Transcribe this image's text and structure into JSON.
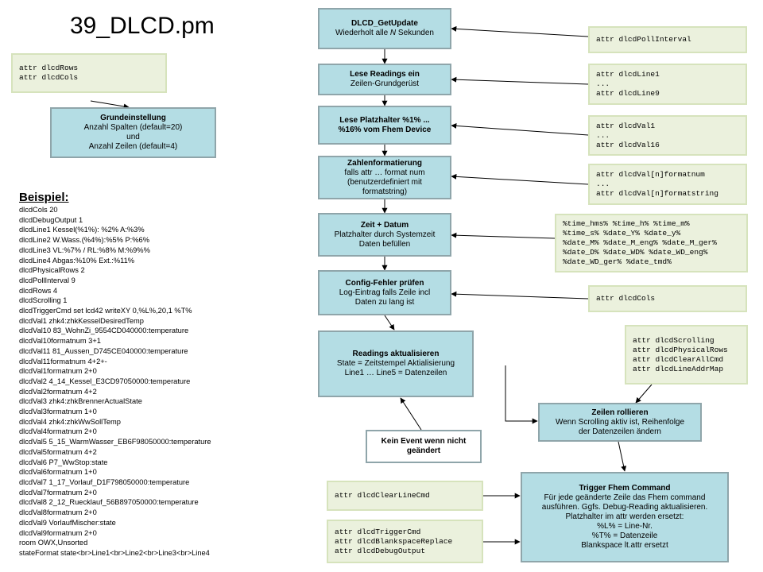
{
  "title": "39_DLCD.pm",
  "boxes": {
    "get_update": {
      "title": "DLCD_GetUpdate",
      "l1": "Wiederholt alle ",
      "l1_em": "N",
      "l1_tail": " Sekunden"
    },
    "lese_readings": {
      "title": "Lese Readings ein",
      "l1": "Zeilen-Grundgerüst"
    },
    "lese_platzhalter": {
      "title": "Lese Platzhalter %1% ...",
      "title2": "%16% vom Fhem Device"
    },
    "zahlenformatierung": {
      "title": "Zahlenformatierung",
      "l1": "falls attr … format num",
      "l2": "(benutzerdefiniert mit",
      "l3": "formatstring)"
    },
    "zeit_datum": {
      "title": "Zeit + Datum",
      "l1": "Platzhalter durch Systemzeit",
      "l2": "Daten befüllen"
    },
    "config_fehler": {
      "title": "Config-Fehler prüfen",
      "l1": "Log-Eintrag falls Zeile  incl",
      "l2": "Daten zu lang ist"
    },
    "readings_aktualisieren": {
      "title": "Readings aktualisieren",
      "l1": "State = Zeitstempel Aktialisierung",
      "l2": "Line1 … Line5  = Datenzeilen"
    },
    "kein_event": {
      "title": "Kein Event wenn nicht",
      "title2": "geändert"
    },
    "zeilen_rollieren": {
      "title": "Zeilen rollieren",
      "l1": "Wenn Scrolling aktiv ist, Reihenfolge",
      "l2": "der Datenzeilen ändern"
    },
    "trigger": {
      "title": "Trigger Fhem Command",
      "l1": "Für jede geänderte Zeile  das Fhem  command",
      "l2": "ausführen. Ggfs. Debug-Reading aktualisieren.",
      "l3": "Platzhalter im attr werden ersetzt:",
      "l4": "%L% = Line-Nr.",
      "l5": "%T% = Datenzeile",
      "l6": "Blankspace lt.attr ersetzt"
    },
    "grundeinstellung": {
      "title": "Grundeinstellung",
      "l1": "Anzahl Spalten (default=20)",
      "l2": "und",
      "l3": "Anzahl Zeilen (default=4)"
    }
  },
  "attrs": {
    "rows_cols": {
      "l1": "attr dlcdRows",
      "l2": "attr dlcdCols"
    },
    "poll": {
      "l1": "attr dlcdPollInterval"
    },
    "line": {
      "l1": "attr dlcdLine1",
      "l2": "...",
      "l3": "attr dlcdLine9"
    },
    "val": {
      "l1": "attr dlcdVal1",
      "l2": "...",
      "l3": "attr dlcdVal16"
    },
    "format": {
      "l1": "attr dlcdVal[n]formatnum",
      "l2": "...",
      "l3": "attr dlcdVal[n]formatstring"
    },
    "time": {
      "l1": "%time_hms% %time_h% %time_m%",
      "l2": "%time_s% %date_Y% %date_y%",
      "l3": "%date_M% %date_M_eng% %date_M_ger%",
      "l4": "%date_D% %date_WD% %date_WD_eng%",
      "l5": "%date_WD_ger% %date_tmd%"
    },
    "cols": {
      "l1": "attr dlcdCols"
    },
    "scroll": {
      "l1": "attr dlcdScrolling",
      "l2": "attr dlcdPhysicalRows",
      "l3": "attr dlcdClearAllCmd",
      "l4": "attr dlcdLineAddrMap"
    },
    "clear_line": {
      "l1": "attr dlcdClearLineCmd"
    },
    "trigger": {
      "l1": "attr dlcdTriggerCmd",
      "l2": "attr dlcdBlankspaceReplace",
      "l3": "attr dlcdDebugOutput"
    }
  },
  "example": {
    "heading": "Beispiel:",
    "lines": [
      "dlcdCols   20",
      "dlcdDebugOutput  1",
      "dlcdLine1  Kessel(%1%): %2% A:%3%",
      "dlcdLine2  W.Wass.(%4%):%5% P:%6%",
      "dlcdLine3  VL:%7% / RL:%8% M:%9%%",
      "dlcdLine4  Abgas:%10% Ext.:%11%",
      "dlcdPhysicalRows 2",
      "dlcdPollInterval  9",
      "dlcdRows   4",
      "dlcdScrolling  1",
      "dlcdTriggerCmd  set lcd42 writeXY 0,%L%,20,1 %T%",
      "dlcdVal1    zhk4:zhkKesselDesiredTemp",
      "dlcdVal10  83_WohnZi_9554CD040000:temperature",
      "dlcdVal10formatnum 3+1",
      "dlcdVal11  81_Aussen_D745CE040000:temperature",
      "dlcdVal11formatnum 4+2+-",
      "dlcdVal1formatnum 2+0",
      "dlcdVal2   4_14_Kessel_E3CD97050000:temperature",
      "dlcdVal2formatnum 4+2",
      "dlcdVal3   zhk4:zhkBrennerActualState",
      "dlcdVal3formatnum 1+0",
      "dlcdVal4   zhk4:zhkWwSollTemp",
      "dlcdVal4formatnum 2+0",
      "dlcdVal5   5_15_WarmWasser_EB6F98050000:temperature",
      "dlcdVal5formatnum 4+2",
      "dlcdVal6   P7_WwStop:state",
      "dlcdVal6formatnum 1+0",
      "dlcdVal7   1_17_Vorlauf_D1F798050000:temperature",
      "dlcdVal7formatnum 2+0",
      "dlcdVal8   2_12_Ruecklauf_56B897050000:temperature",
      "dlcdVal8formatnum 2+0",
      "dlcdVal9   VorlaufMischer:state",
      "dlcdVal9formatnum 2+0",
      "room        OWX,Unsorted",
      "stateFormat state<br>Line1<br>Line2<br>Line3<br>Line4"
    ]
  }
}
